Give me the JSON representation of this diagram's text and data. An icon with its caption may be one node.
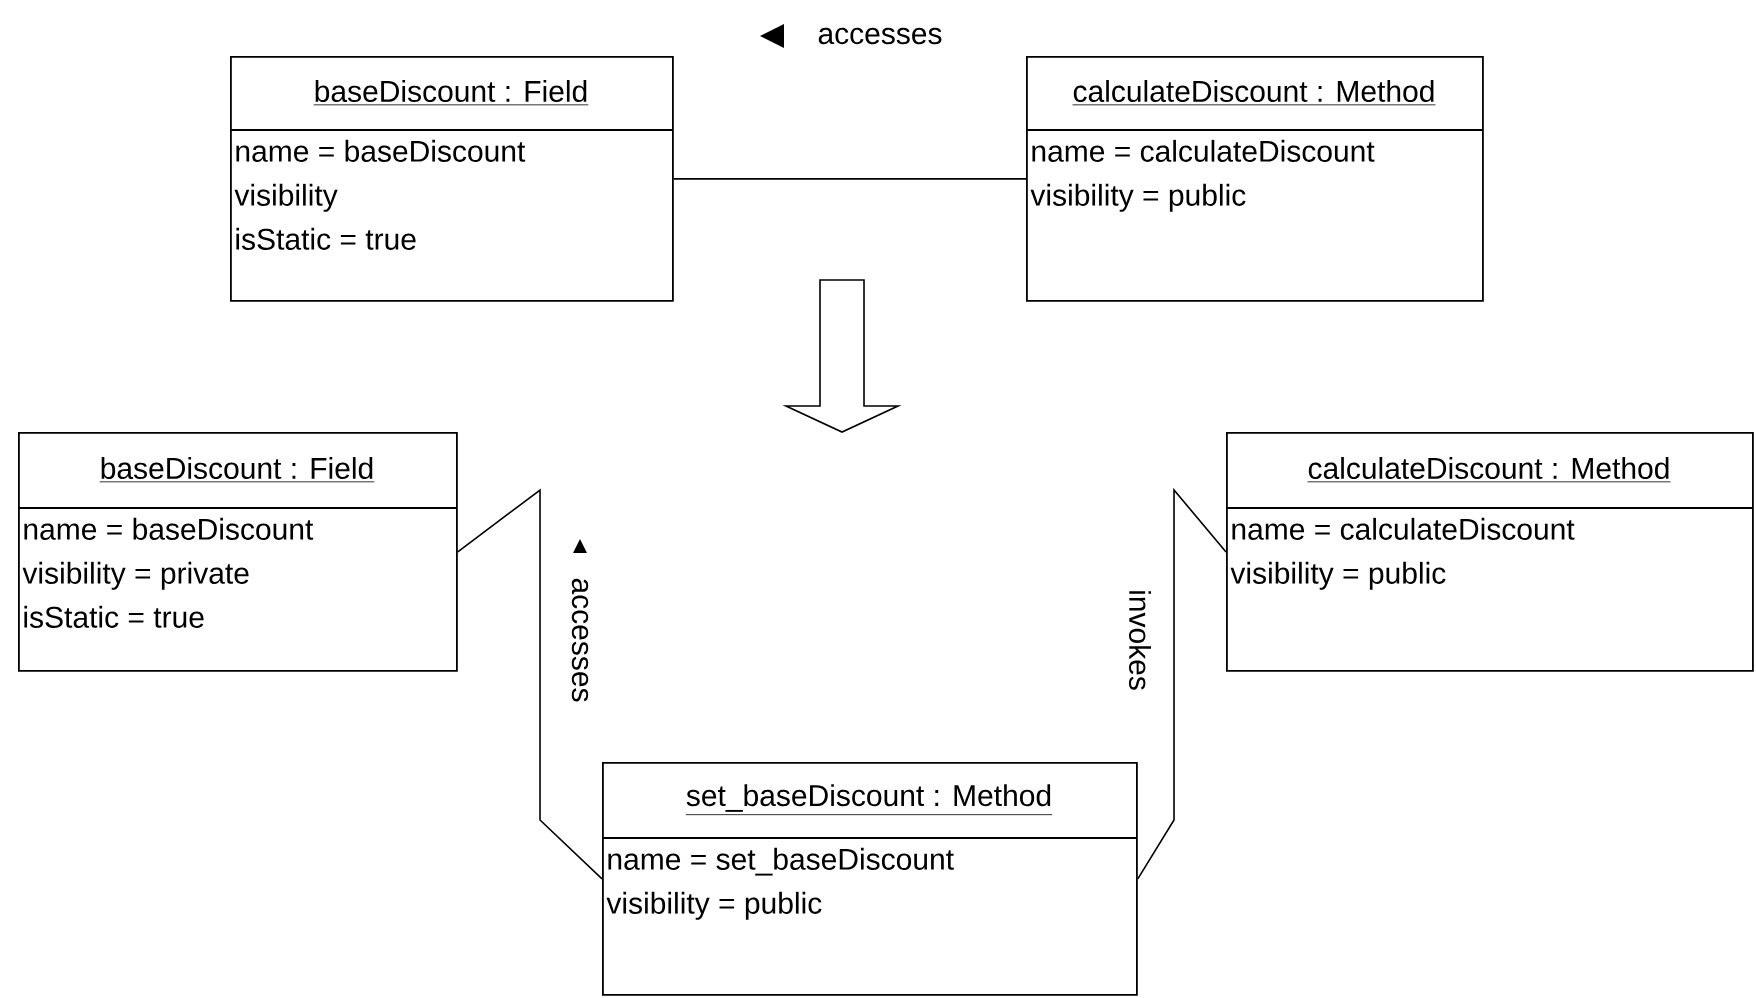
{
  "diagram": {
    "nodes": [
      {
        "text": [
          "baseDiscount : Field",
          "name = baseDiscount",
          "visibility",
          "isStatic = true"
        ]
      },
      {
        "text": [
          "calculateDiscount : Method",
          "name = calculateDiscount",
          "visibility = public"
        ]
      },
      {
        "text": [
          "baseDiscount : Field",
          "name = baseDiscount",
          "visibility = private",
          "isStatic = true"
        ]
      },
      {
        "text": [
          "calculateDiscount : Method",
          "name = calculateDiscount",
          "visibility = public"
        ]
      },
      {
        "text": [
          "set_baseDiscount : Method",
          "name = set_baseDiscount",
          "visibility = public"
        ]
      }
    ],
    "edges": [
      {
        "from": 0,
        "to": 1,
        "arrow": "none",
        "label": "accesses"
      },
      {
        "from": 4,
        "to": 2,
        "arrow": "none",
        "label": "accesses"
      },
      {
        "from": 4,
        "to": 3,
        "arrow": "none",
        "label": "invokes"
      }
    ]
  }
}
